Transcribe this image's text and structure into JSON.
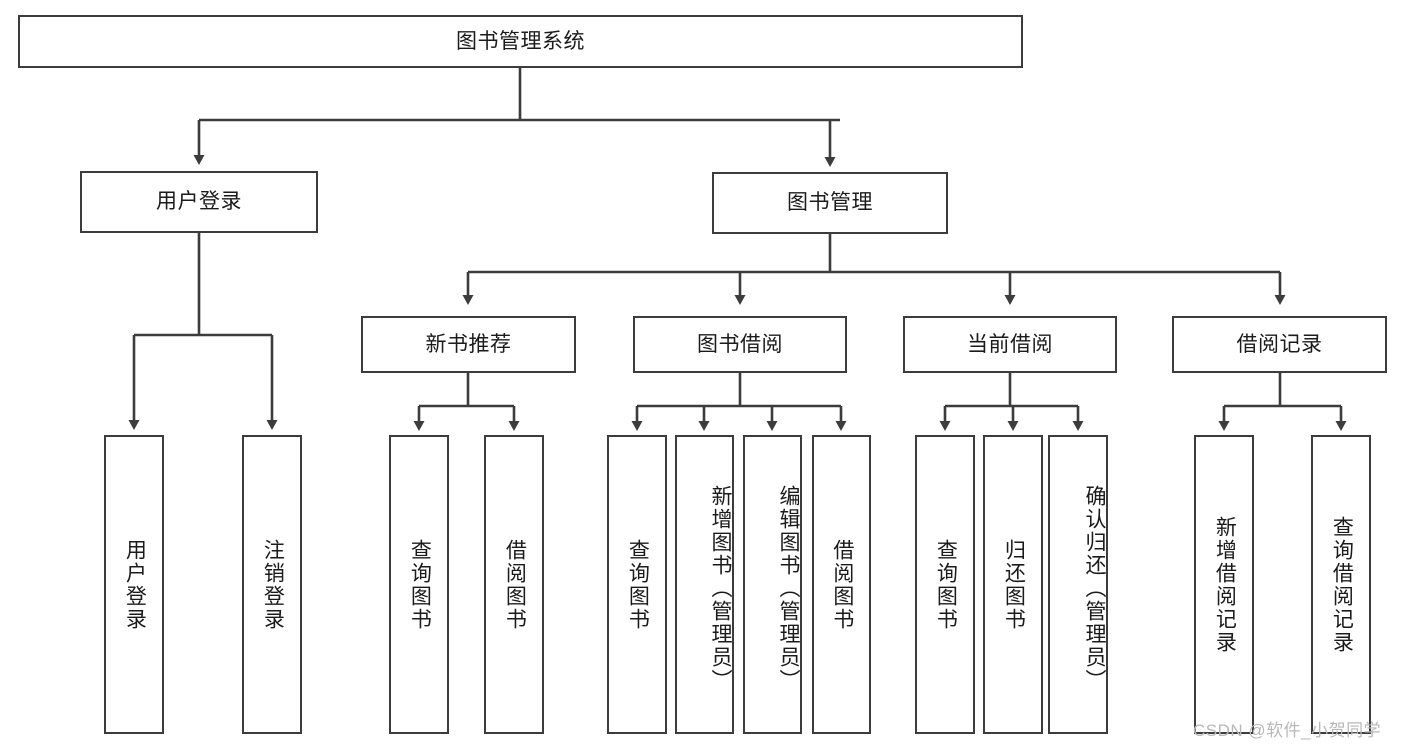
{
  "diagram": {
    "type": "tree-hierarchy-chart",
    "title": "图书管理系统",
    "stroke_color": "#3c3c3c",
    "background": "#ffffff",
    "root": {
      "label": "图书管理系统"
    },
    "level1": [
      {
        "label": "用户登录"
      },
      {
        "label": "图书管理"
      }
    ],
    "level2": [
      {
        "label": "新书推荐"
      },
      {
        "label": "图书借阅"
      },
      {
        "label": "当前借阅"
      },
      {
        "label": "借阅记录"
      }
    ],
    "leaves": {
      "user_login": [
        {
          "label": "用户登录"
        },
        {
          "label": "注销登录"
        }
      ],
      "new_book_recommend": [
        {
          "label": "查询图书"
        },
        {
          "label": "借阅图书"
        }
      ],
      "book_borrow": [
        {
          "label": "查询图书"
        },
        {
          "label": "新增图书（管理员）"
        },
        {
          "label": "编辑图书（管理员）"
        },
        {
          "label": "借阅图书"
        }
      ],
      "current_borrow": [
        {
          "label": "查询图书"
        },
        {
          "label": "归还图书"
        },
        {
          "label": "确认归还（管理员）"
        }
      ],
      "borrow_record": [
        {
          "label": "新增借阅记录"
        },
        {
          "label": "查询借阅记录"
        }
      ]
    }
  },
  "watermark": {
    "text": "CSDN @软件_小贺同学",
    "color": "#b8b8b8"
  }
}
